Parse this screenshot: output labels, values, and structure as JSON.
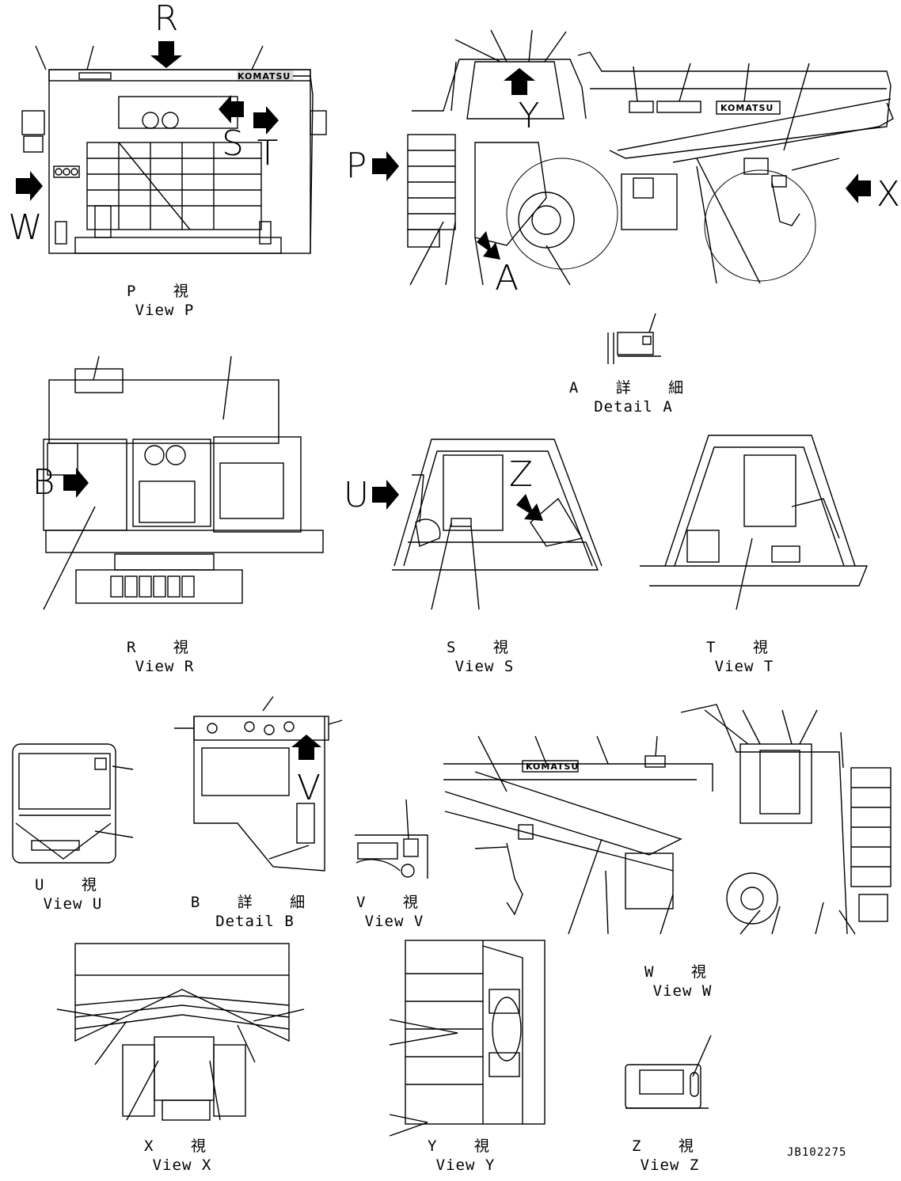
{
  "views": [
    {
      "id": "p",
      "jp": "P 視",
      "en": "View P"
    },
    {
      "id": "r",
      "jp": "R 視",
      "en": "View R"
    },
    {
      "id": "s",
      "jp": "S 視",
      "en": "View S"
    },
    {
      "id": "t",
      "jp": "T 視",
      "en": "View T"
    },
    {
      "id": "u",
      "jp": "U 視",
      "en": "View U"
    },
    {
      "id": "b",
      "jp": "B 詳 細",
      "en": "Detail B"
    },
    {
      "id": "v",
      "jp": "V 視",
      "en": "View V"
    },
    {
      "id": "w",
      "jp": "W 視",
      "en": "View W"
    },
    {
      "id": "x",
      "jp": "X 視",
      "en": "View X"
    },
    {
      "id": "y",
      "jp": "Y 視",
      "en": "View Y"
    },
    {
      "id": "z",
      "jp": "Z 視",
      "en": "View Z"
    },
    {
      "id": "a",
      "jp": "A 詳 細",
      "en": "Detail A"
    }
  ],
  "view_arrows": [
    "R",
    "S",
    "T",
    "W",
    "P",
    "Y",
    "A",
    "X",
    "B",
    "U",
    "Z",
    "V"
  ],
  "brand_text": "KOMATSU",
  "drawing_code": "JB102275"
}
